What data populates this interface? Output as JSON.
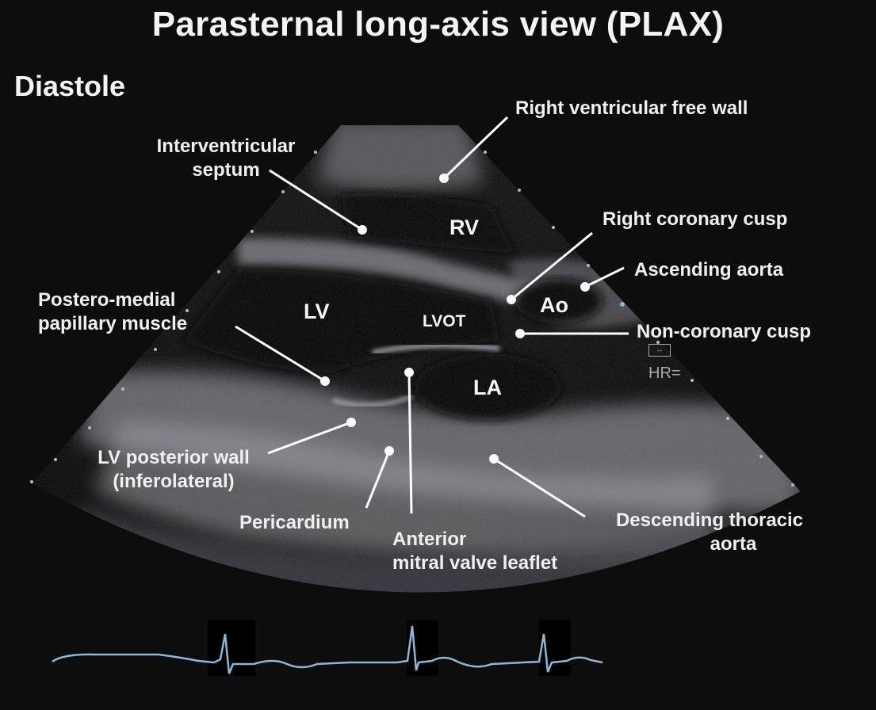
{
  "title": "Parasternal long-axis view (PLAX)",
  "phase": "Diastole",
  "chambers": {
    "rv": "RV",
    "lv": "LV",
    "lvot": "LVOT",
    "ao": "Ao",
    "la": "LA"
  },
  "labels": {
    "rv_free_wall": "Right ventricular free wall",
    "ivs_1": "Interventricular",
    "ivs_2": "septum",
    "rcc": "Right coronary cusp",
    "asc_aorta": "Ascending aorta",
    "ncc": "Non-coronary cusp",
    "pmpm_1": "Postero-medial",
    "pmpm_2": "papillary muscle",
    "lvpw_1": "LV posterior wall",
    "lvpw_2": "(inferolateral)",
    "pericardium": "Pericardium",
    "amvl_1": "Anterior",
    "amvl_2": "mitral valve leaflet",
    "dta_1": "Descending thoracic",
    "dta_2": "aorta"
  },
  "machine": {
    "hr": "HR="
  },
  "colors": {
    "background": "#0d0d0e",
    "text": "#f2f2f2",
    "pointer": "#ffffff",
    "ecg_trace": "#8ab8d6"
  }
}
